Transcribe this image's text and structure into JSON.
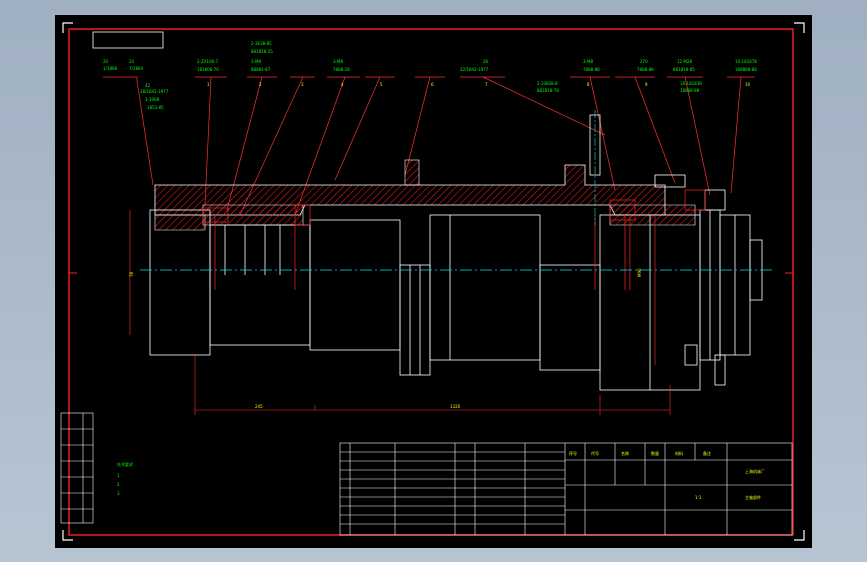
{
  "drawing": {
    "colors": {
      "frame": "#ff2020",
      "outline": "#ffffff",
      "hatch": "#ff2020",
      "leader": "#ff3030",
      "centerline": "#00e5e5",
      "callout_numbers": "#ffff00",
      "callout_specs": "#00ff00",
      "dimension": "#ff3030",
      "title_text": "#ffff00"
    },
    "callouts": [
      {
        "no": "1",
        "spec": "2-ZX106-7"
      },
      {
        "no": "2",
        "spec": "3-M8"
      },
      {
        "no": "3",
        "spec": ""
      },
      {
        "no": "4",
        "spec": "3-M8"
      },
      {
        "no": "5",
        "spec": ""
      },
      {
        "no": "6",
        "spec": ""
      },
      {
        "no": "7",
        "spec": ""
      },
      {
        "no": "8",
        "spec": "3-M8"
      },
      {
        "no": "9",
        "spec": ""
      },
      {
        "no": "10",
        "spec": ""
      }
    ],
    "tech_requirements": {
      "heading": "技术要求",
      "lines": [
        "1.",
        "2.",
        "3."
      ]
    },
    "title_block": {
      "header": [
        "序号",
        "代号",
        "名称",
        "数量",
        "材料",
        "备注"
      ],
      "title": "主轴部件",
      "company": "上海机床厂",
      "scale": "1:1"
    }
  }
}
